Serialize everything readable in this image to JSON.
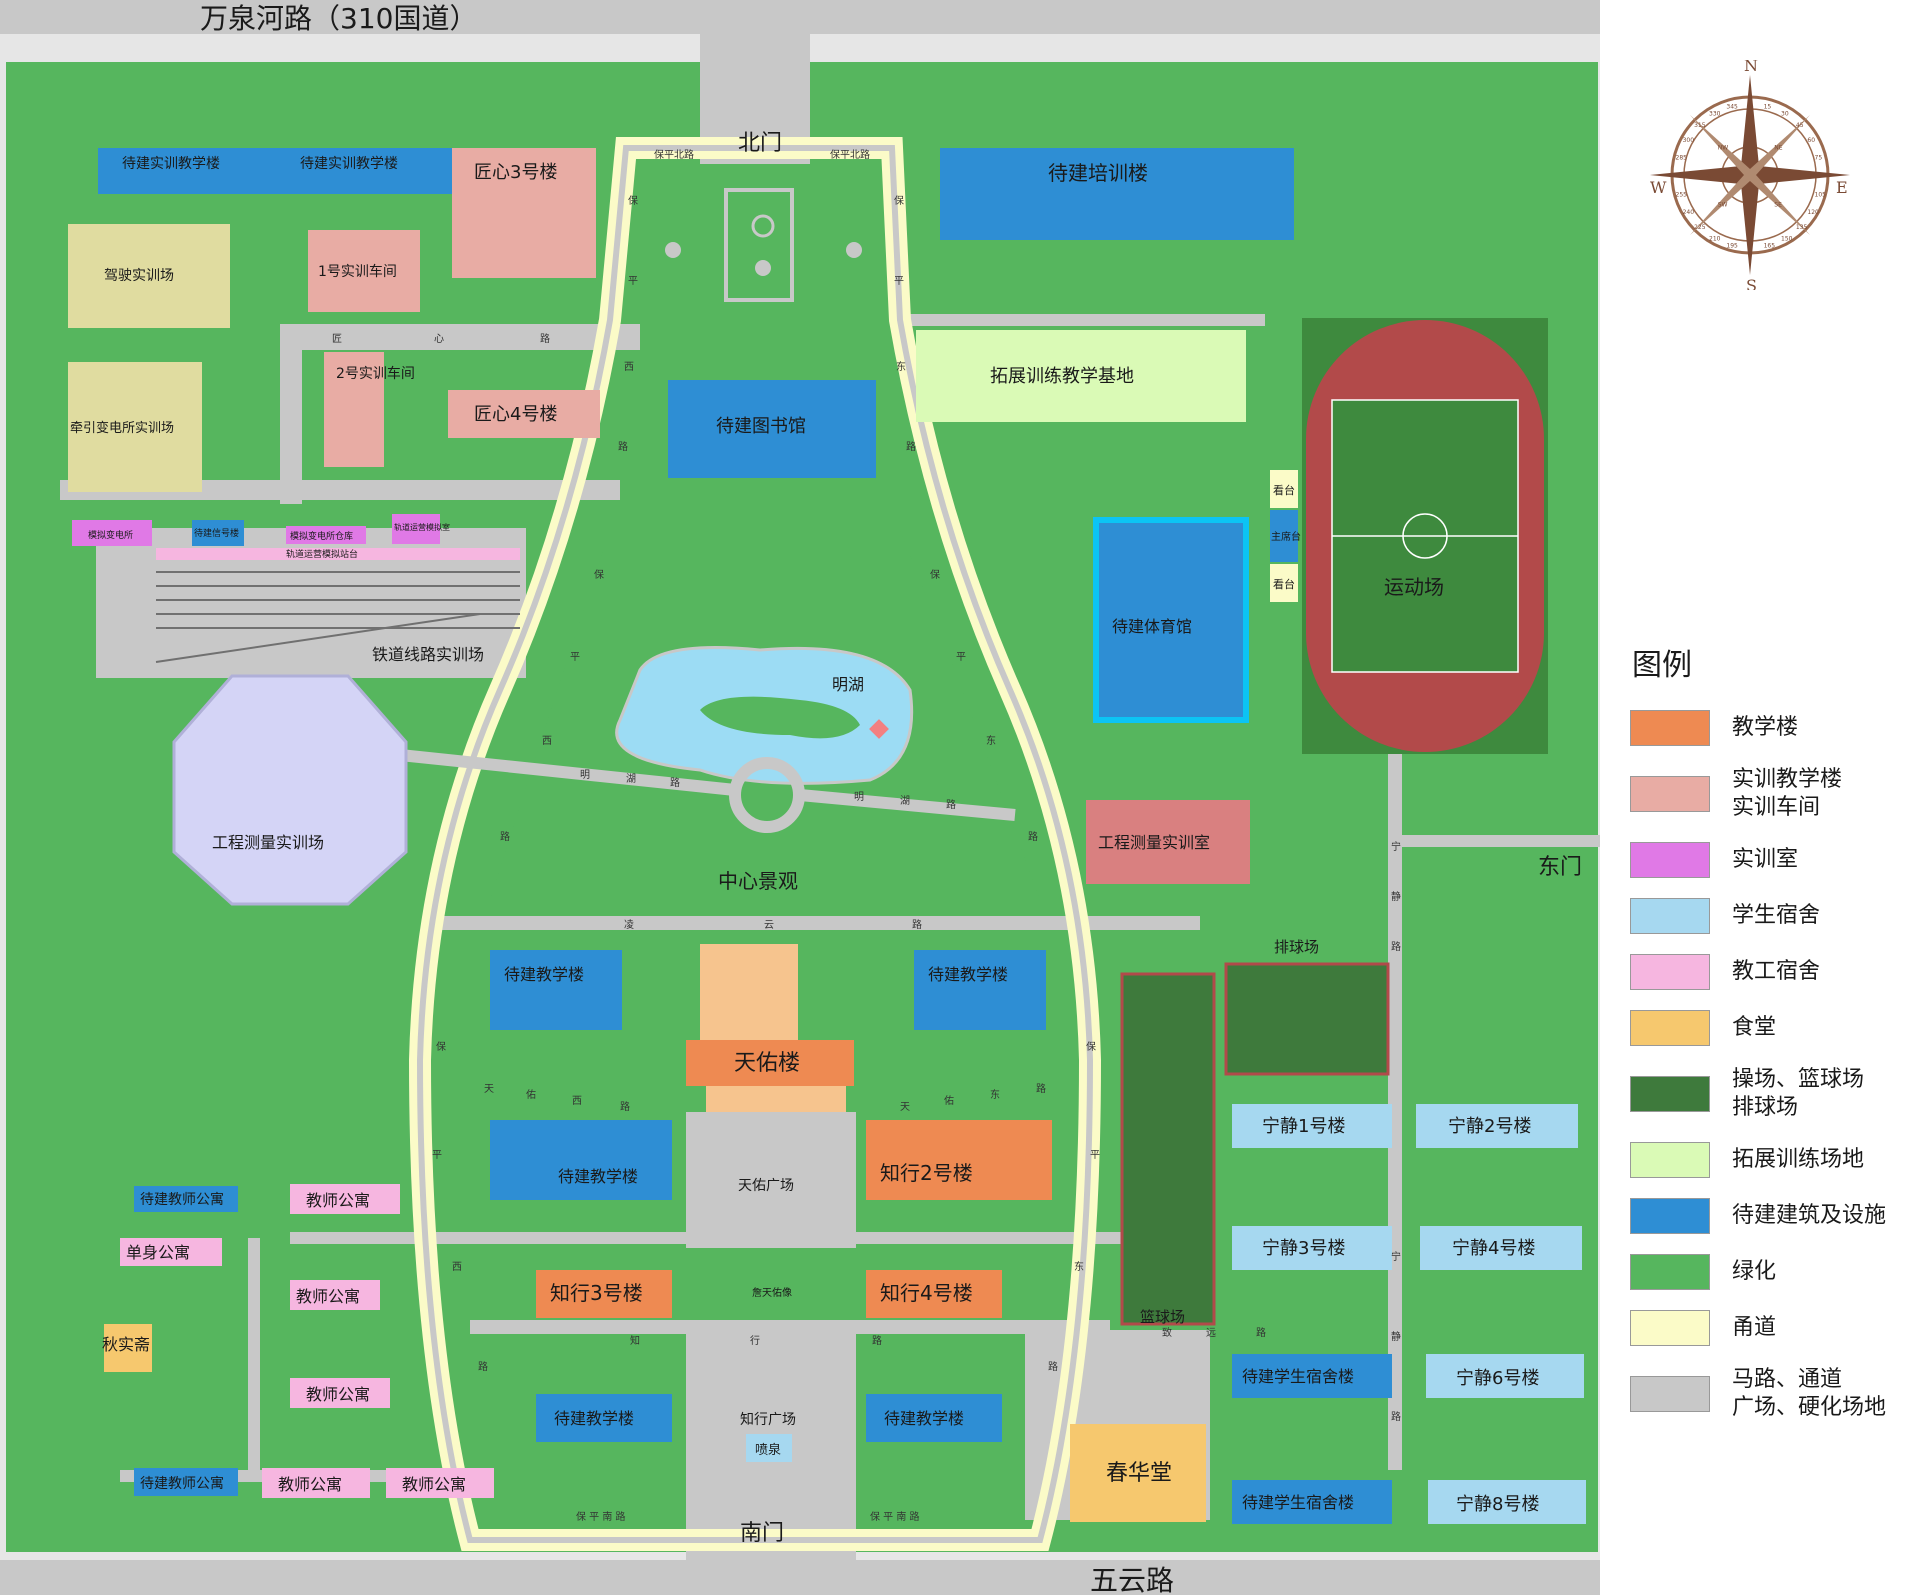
{
  "colors": {
    "green": "#56b65e",
    "road": "#c8c8c8",
    "walk": "#fbfbc8",
    "teaching": "#ee8a52",
    "training": "#e8aca4",
    "lab": "#e079e6",
    "student_dorm": "#a6d8f0",
    "staff_dorm": "#f6b6e0",
    "canteen": "#f6c86e",
    "sports": "#3e7a3c",
    "outdoor": "#dafab6",
    "planned": "#2e8ed4",
    "yellow_area": "#e0dca0",
    "octagon": "#d4d4f6",
    "lake": "#9cdcf4",
    "track": "#b24a4a",
    "pitch": "#3e8a3e"
  },
  "roads": {
    "top_highway": "万泉河路（310国道）",
    "bottom_road": "五云路",
    "north_gate": "北门",
    "south_gate": "南门",
    "east_gate": "东门",
    "baoping_north_1": "保平北路",
    "baoping_north_2": "保平北路",
    "baoping_south_1": "保 平 南 路",
    "baoping_south_2": "保 平 南 路",
    "jiangxin": [
      "匠",
      "心",
      "路"
    ],
    "baoping_west_upper": [
      "保",
      "平"
    ],
    "baoping_east_upper": [
      "保",
      "平"
    ],
    "west_road": [
      "西",
      "路"
    ],
    "east_road": [
      "东",
      "路"
    ],
    "baoping_west_mid": [
      "保",
      "平"
    ],
    "baoping_east_mid": [
      "保",
      "平"
    ],
    "west_mid2": [
      "西",
      "路"
    ],
    "east_mid2": [
      "东",
      "路"
    ],
    "minghu_w": [
      "明",
      "湖",
      "路"
    ],
    "minghu_e": [
      "明",
      "湖",
      "路"
    ],
    "lingyun": [
      "凌",
      "云",
      "路"
    ],
    "tianyou_w": [
      "天",
      "佑",
      "西",
      "路"
    ],
    "tianyou_e": [
      "天",
      "佑",
      "东",
      "路"
    ],
    "baoping_w_low": [
      "保",
      "平"
    ],
    "baoping_e_low": [
      "保",
      "平"
    ],
    "west_low": [
      "西",
      "路"
    ],
    "east_low": [
      "东",
      "路"
    ],
    "zhixing": [
      "知",
      "行",
      "路"
    ],
    "ningjing": [
      "宁",
      "静",
      "路"
    ],
    "ningjing2": [
      "宁",
      "静",
      "路"
    ],
    "zhiyuan": [
      "致",
      "远",
      "路"
    ]
  },
  "places": {
    "pending_training_1": "待建实训教学楼",
    "pending_training_2": "待建实训教学楼",
    "jiangxin3": "匠心3号楼",
    "pending_training_center": "待建培训楼",
    "driving": "驾驶实训场",
    "workshop1": "1号实训车间",
    "workshop2": "2号实训车间",
    "jiangxin4": "匠心4号楼",
    "library": "待建图书馆",
    "expansion": "拓展训练教学基地",
    "substation": "牵引变电所实训场",
    "sim_substation": "模拟变电所",
    "pending_signal": "待建信号楼",
    "sim_warehouse": "模拟变电所仓库",
    "rail_ops_room": "轨道运营模拟室",
    "rail_sim_platform": "轨道运营模拟站台",
    "railway": "铁道线路实训场",
    "survey_field": "工程测量实训场",
    "lake": "明湖",
    "gym": "待建体育馆",
    "stand_1": "看台",
    "main_stand": "主席台",
    "stand_2": "看台",
    "stadium": "运动场",
    "survey_lab": "工程测量实训室",
    "center_landscape": "中心景观",
    "volleyball": "排球场",
    "pending_teach_nw": "待建教学楼",
    "pending_teach_ne": "待建教学楼",
    "tianyou": "天佑楼",
    "tianyou_square": "天佑广场",
    "pending_teach_w": "待建教学楼",
    "zhixing2": "知行2号楼",
    "ningjing1": "宁静1号楼",
    "ningjing2": "宁静2号楼",
    "ningjing3": "宁静3号楼",
    "ningjing4": "宁静4号楼",
    "basketball": "篮球场",
    "pending_staff_apt_1": "待建教师公寓",
    "staff_apt_1": "教师公寓",
    "single_apt": "单身公寓",
    "staff_apt_2": "教师公寓",
    "qiushizhai": "秋实斋",
    "staff_apt_3": "教师公寓",
    "zhixing3": "知行3号楼",
    "statue": "詹天佑像",
    "zhixing4": "知行4号楼",
    "pending_dorm_1": "待建学生宿舍楼",
    "ningjing6": "宁静6号楼",
    "pending_teach_sw": "待建教学楼",
    "zhixing_square": "知行广场",
    "fountain": "喷泉",
    "pending_teach_se": "待建教学楼",
    "chunhua": "春华堂",
    "pending_staff_apt_2": "待建教师公寓",
    "staff_apt_4": "教师公寓",
    "staff_apt_5": "教师公寓",
    "pending_dorm_2": "待建学生宿舍楼",
    "ningjing8": "宁静8号楼"
  },
  "compass": {
    "n": "N",
    "e": "E",
    "s": "S",
    "w": "W",
    "degrees": [
      "15",
      "30",
      "45",
      "60",
      "75",
      "105",
      "120",
      "135",
      "150",
      "165",
      "195",
      "210",
      "225",
      "240",
      "255",
      "285",
      "300",
      "315",
      "330",
      "345"
    ],
    "mini": [
      "N",
      "NE",
      "E",
      "SE",
      "S",
      "SW",
      "W",
      "NW"
    ]
  },
  "legend": {
    "title": "图例",
    "items": [
      {
        "lines": [
          "教学楼"
        ],
        "color": "#ee8a52"
      },
      {
        "lines": [
          "实训教学楼",
          "实训车间"
        ],
        "color": "#e8aca4"
      },
      {
        "lines": [
          "实训室"
        ],
        "color": "#e079e6"
      },
      {
        "lines": [
          "学生宿舍"
        ],
        "color": "#a6d8f0"
      },
      {
        "lines": [
          "教工宿舍"
        ],
        "color": "#f6b6e0"
      },
      {
        "lines": [
          "食堂"
        ],
        "color": "#f6c86e"
      },
      {
        "lines": [
          "操场、篮球场",
          "排球场"
        ],
        "color": "#3e7a3c"
      },
      {
        "lines": [
          "拓展训练场地"
        ],
        "color": "#dafab6"
      },
      {
        "lines": [
          "待建建筑及设施"
        ],
        "color": "#2e8ed4"
      },
      {
        "lines": [
          "绿化"
        ],
        "color": "#56b65e"
      },
      {
        "lines": [
          "甬道"
        ],
        "color": "#fbfbc8"
      },
      {
        "lines": [
          "马路、通道",
          "广场、硬化场地"
        ],
        "color": "#c8c8c8"
      }
    ]
  }
}
